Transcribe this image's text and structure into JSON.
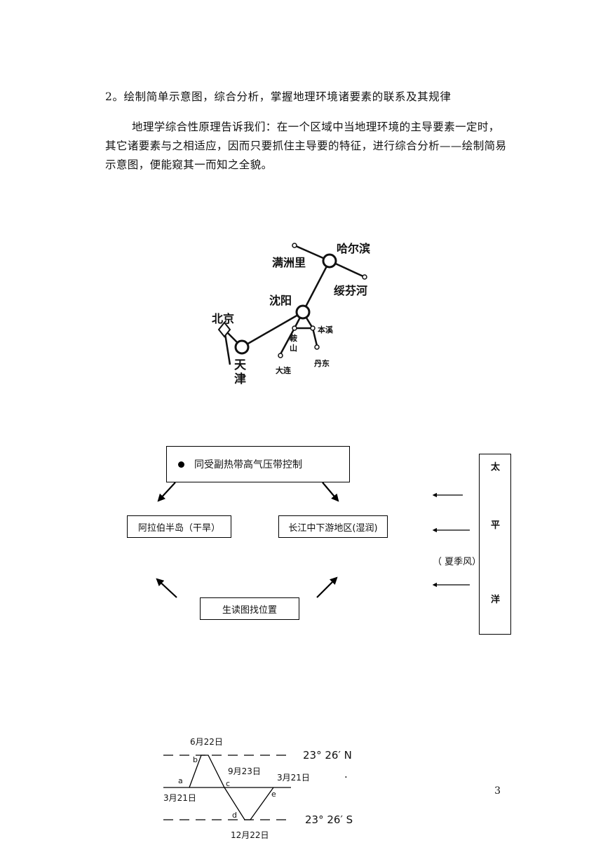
{
  "heading": "2。绘制简单示意图，综合分析，掌握地理环境诸要素的联系及其规律",
  "paragraph": "地理学综合性原理告诉我们：在一个区域中当地理环境的主导要素一定时，其它诸要素与之相适应，因而只要抓住主导要的特征，进行综合分析——绘制简易示意图，便能窥其一而知之全貌。",
  "map": {
    "cities": [
      "哈尔滨",
      "满洲里",
      "绥芬河",
      "沈阳",
      "本溪",
      "鞍",
      "山",
      "大连",
      "丹东",
      "北京",
      "天",
      "津"
    ]
  },
  "flow": {
    "top_box": "同受副热带高气压带控制",
    "left_box": "阿拉伯半岛（干旱）",
    "right_box": "长江中下游地区(湿润)",
    "bottom_box": "生读图找位置",
    "ocean_chars": [
      "太",
      "平",
      "洋"
    ],
    "monsoon_label": "（ 夏季风）"
  },
  "sun_diagram": {
    "top_date": "6月22日",
    "mid_date_a": "3月21日",
    "mid_date_c": "9月23日",
    "mid_date_e": "3月21日",
    "bottom_date": "12月22日",
    "north_label": "23°  26′ N",
    "south_label": "23°  26′ S",
    "points": [
      "a",
      "b",
      "c",
      "d",
      "e"
    ],
    "dot": "."
  },
  "page_number": "3"
}
